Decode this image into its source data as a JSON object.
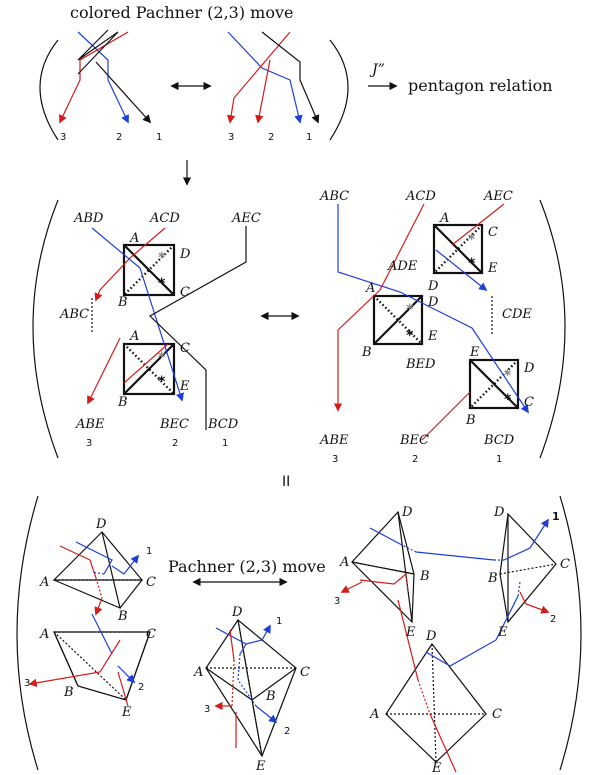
{
  "header": {
    "title": "colored Pachner (2,3) move",
    "arrow_label": "J”",
    "relation": "pentagon relation"
  },
  "top_strand_numbers": {
    "left": [
      "3",
      "2",
      "1"
    ],
    "right": [
      "3",
      "2",
      "1"
    ]
  },
  "middle_labels": {
    "left_top": [
      "ABD",
      "ACD",
      "AEC"
    ],
    "left_side": "ABC",
    "left_bottom": [
      "ABE",
      "BEC",
      "BCD"
    ],
    "left_numbers": [
      "3",
      "2",
      "1"
    ],
    "right_top": [
      "ABC",
      "ACD",
      "AEC"
    ],
    "right_inner": [
      "ADE",
      "BED"
    ],
    "right_side": "CDE",
    "right_bottom": [
      "ABE",
      "BEC",
      "BCD"
    ],
    "right_numbers": [
      "3",
      "2",
      "1"
    ]
  },
  "vertex_letters": {
    "A": "A",
    "B": "B",
    "C": "C",
    "D": "D",
    "E": "E"
  },
  "equals_sign": "II",
  "bottom": {
    "center_title": "Pachner (2,3) move",
    "strand_numbers": [
      "1",
      "2",
      "3"
    ]
  },
  "colors": {
    "blue": "#1f3fd8",
    "red": "#d41c1c",
    "black": "#111111",
    "gray_star": "#888888"
  },
  "icons": [
    "double-arrow-icon",
    "down-arrow-icon",
    "right-arrow-icon",
    "star-icon"
  ]
}
